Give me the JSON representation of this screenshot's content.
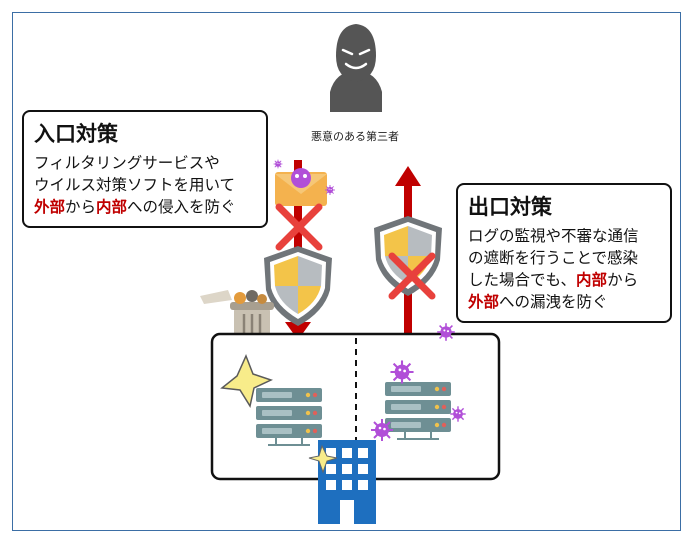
{
  "attacker": {
    "label": "悪意のある第三者"
  },
  "entry_box": {
    "title": "入口対策",
    "line1": "フィルタリングサービスや",
    "line2": "ウイルス対策ソフトを用いて",
    "line3_part1": "外部",
    "line3_part2": "から",
    "line3_part3": "内部",
    "line3_part4": "への侵入を防ぐ"
  },
  "exit_box": {
    "title": "出口対策",
    "line1": "ログの監視や不審な通信",
    "line2": "の遮断を行うことで感染",
    "line3_part1": "した場合でも、",
    "line3_part2": "内部",
    "line3_part3": "から",
    "line4_part1": "外部",
    "line4_part2": "への漏洩を防ぐ"
  },
  "colors": {
    "arrow": "#c00000",
    "cross": "#e8413c",
    "shield_gold": "#f3c449",
    "shield_gray": "#9aa0a6",
    "server": "#6e8f94",
    "building": "#1e6fbf",
    "virus": "#b14fd8",
    "emphasis": "#c00000"
  }
}
